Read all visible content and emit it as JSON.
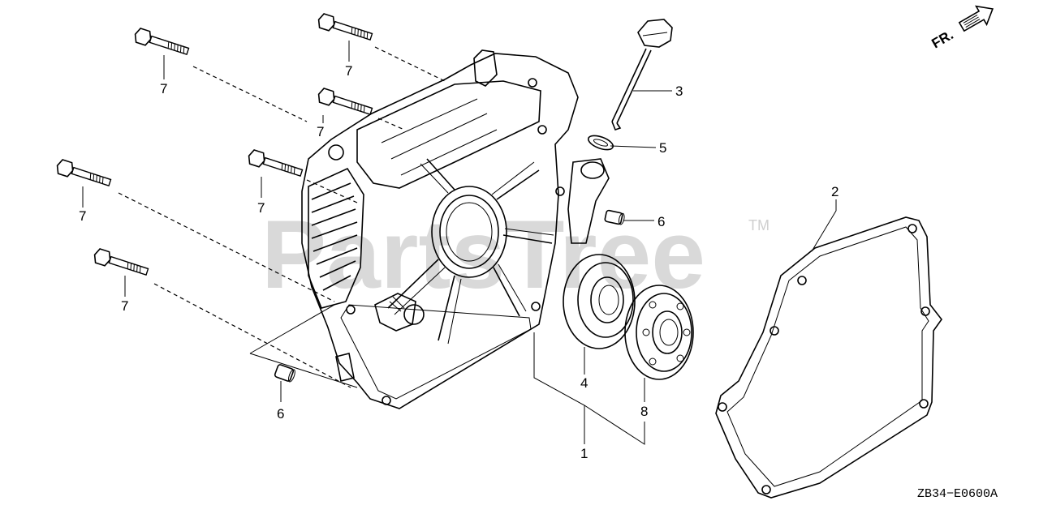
{
  "watermark": {
    "text": "PartsTree",
    "trademark": "TM"
  },
  "orientation": {
    "label": "FR."
  },
  "diagram_code": "ZB34−E0600A",
  "callouts": {
    "c1": "1",
    "c2": "2",
    "c3": "3",
    "c4": "4",
    "c5": "5",
    "c6a": "6",
    "c6b": "6",
    "c7a": "7",
    "c7b": "7",
    "c7c": "7",
    "c7d": "7",
    "c7e": "7",
    "c7f": "7",
    "c8": "8"
  }
}
